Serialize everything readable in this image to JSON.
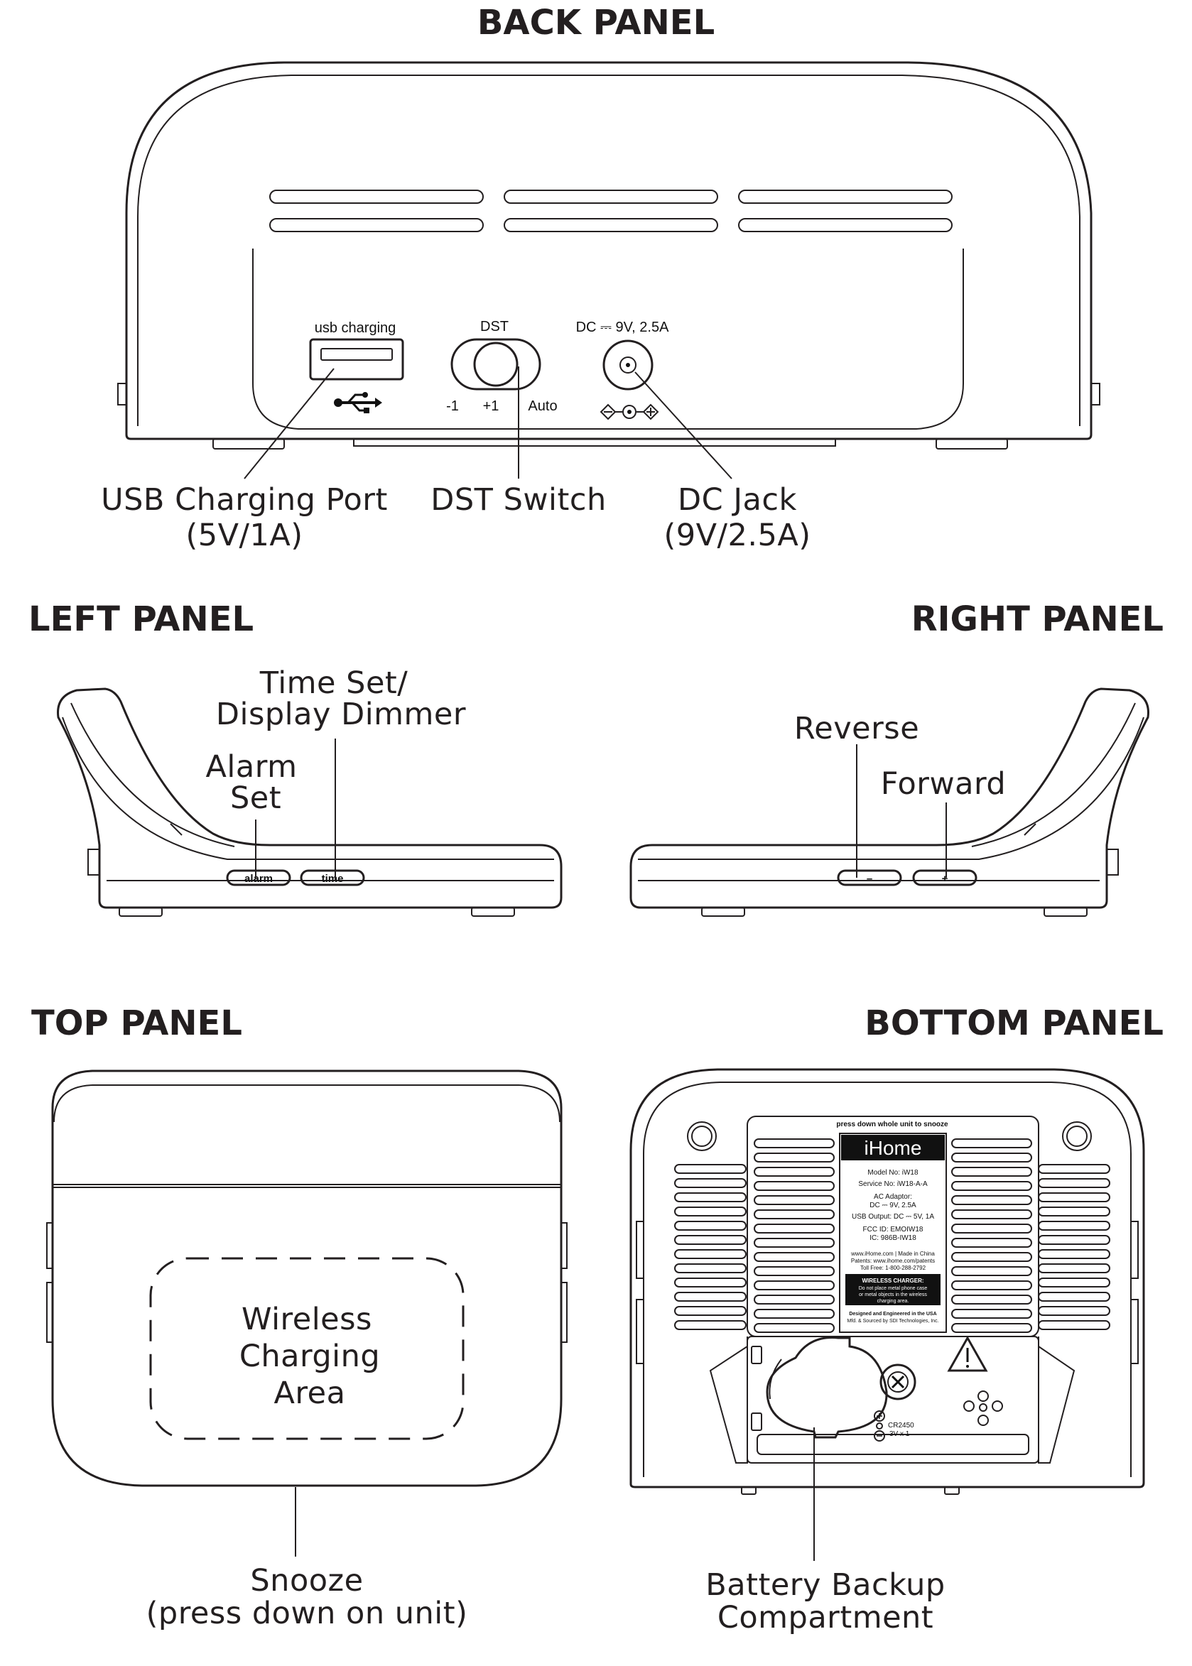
{
  "headers": {
    "back": "BACK PANEL",
    "left": "LEFT PANEL",
    "right": "RIGHT PANEL",
    "top": "TOP PANEL",
    "bottom": "BOTTOM PANEL"
  },
  "back_panel": {
    "usb_port_label": "usb charging",
    "dst_label": "DST",
    "dst_minus": "-1",
    "dst_plus": "+1",
    "dst_auto": "Auto",
    "dc_label": "DC ⎓ 9V, 2.5A",
    "callouts": {
      "usb_line1": "USB Charging Port",
      "usb_line2": "(5V/1A)",
      "dst": "DST Switch",
      "dc_line1": "DC Jack",
      "dc_line2": "(9V/2.5A)"
    }
  },
  "left_panel": {
    "alarm_button": "alarm",
    "time_button": "time",
    "callouts": {
      "time_line1": "Time Set/",
      "time_line2": "Display Dimmer",
      "alarm_line1": "Alarm",
      "alarm_line2": "Set"
    }
  },
  "right_panel": {
    "minus_button": "–",
    "plus_button": "+",
    "callouts": {
      "reverse": "Reverse",
      "forward": "Forward"
    }
  },
  "top_panel": {
    "area_line1": "Wireless",
    "area_line2": "Charging",
    "area_line3": "Area",
    "callouts": {
      "snooze_line1": "Snooze",
      "snooze_line2": "(press down on unit)"
    }
  },
  "bottom_panel": {
    "snooze_strip": "press down whole unit to snooze",
    "label": {
      "brand": "iHome",
      "model": "Model No: iW18",
      "service": "Service No: iW18-A-A",
      "adaptor_title": "AC Adaptor:",
      "adaptor_value": "DC ⎓ 9V, 2.5A",
      "usb_output": "USB Output: DC ⎓ 5V, 1A",
      "fcc": "FCC ID: EMOIW18",
      "ic": "IC: 986B-IW18",
      "web": "www.iHome.com | Made in China",
      "patents": "Patents: www.ihome.com/patents",
      "tollfree": "Toll Free: 1-800-288-2792",
      "warning_title": "WIRELESS CHARGER:",
      "warning_1": "Do not place metal phone case",
      "warning_2": "or metal objects in the wireless",
      "warning_3": "charging area.",
      "designed": "Designed and Engineered in the USA",
      "mfd": "Mfd. & Sourced by SDI Technologies, Inc."
    },
    "battery_type": "CR2450",
    "battery_qty": "3V x 1",
    "callouts": {
      "battery_line1": "Battery Backup",
      "battery_line2": "Compartment"
    }
  }
}
